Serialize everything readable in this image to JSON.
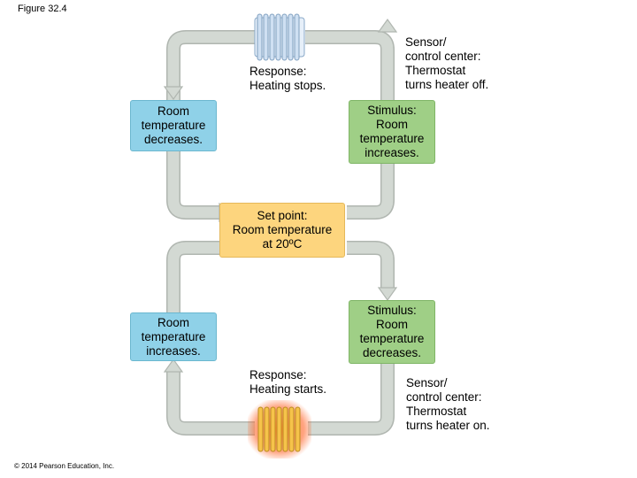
{
  "figure_label": "Figure 32.4",
  "top_loop": {
    "response": "Response:\nHeating stops.",
    "sensor": "Sensor/\ncontrol center:\nThermostat\nturns heater off.",
    "left_box": "Room\ntemperature\ndecreases.",
    "right_box": "Stimulus:\nRoom\ntemperature\nincreases."
  },
  "set_point": "Set point:\nRoom temperature\nat 20ºC",
  "bottom_loop": {
    "response": "Response:\nHeating starts.",
    "sensor": "Sensor/\ncontrol center:\nThermostat\nturns heater on.",
    "left_box": "Room\ntemperature\nincreases.",
    "right_box": "Stimulus:\nRoom\ntemperature\ndecreases."
  },
  "copyright": "© 2014 Pearson Education, Inc.",
  "colors": {
    "arrow": "#d3d9d3",
    "arrow_edge": "#b0b6b0",
    "blue_box": "#8fd1e8",
    "green_box": "#9fcf86",
    "orange_box": "#fdd57e",
    "cold_radiator": "#cfe0f2",
    "hot_radiator": "#f6c34a"
  },
  "icons": [
    "cold-radiator-icon",
    "hot-radiator-icon"
  ]
}
